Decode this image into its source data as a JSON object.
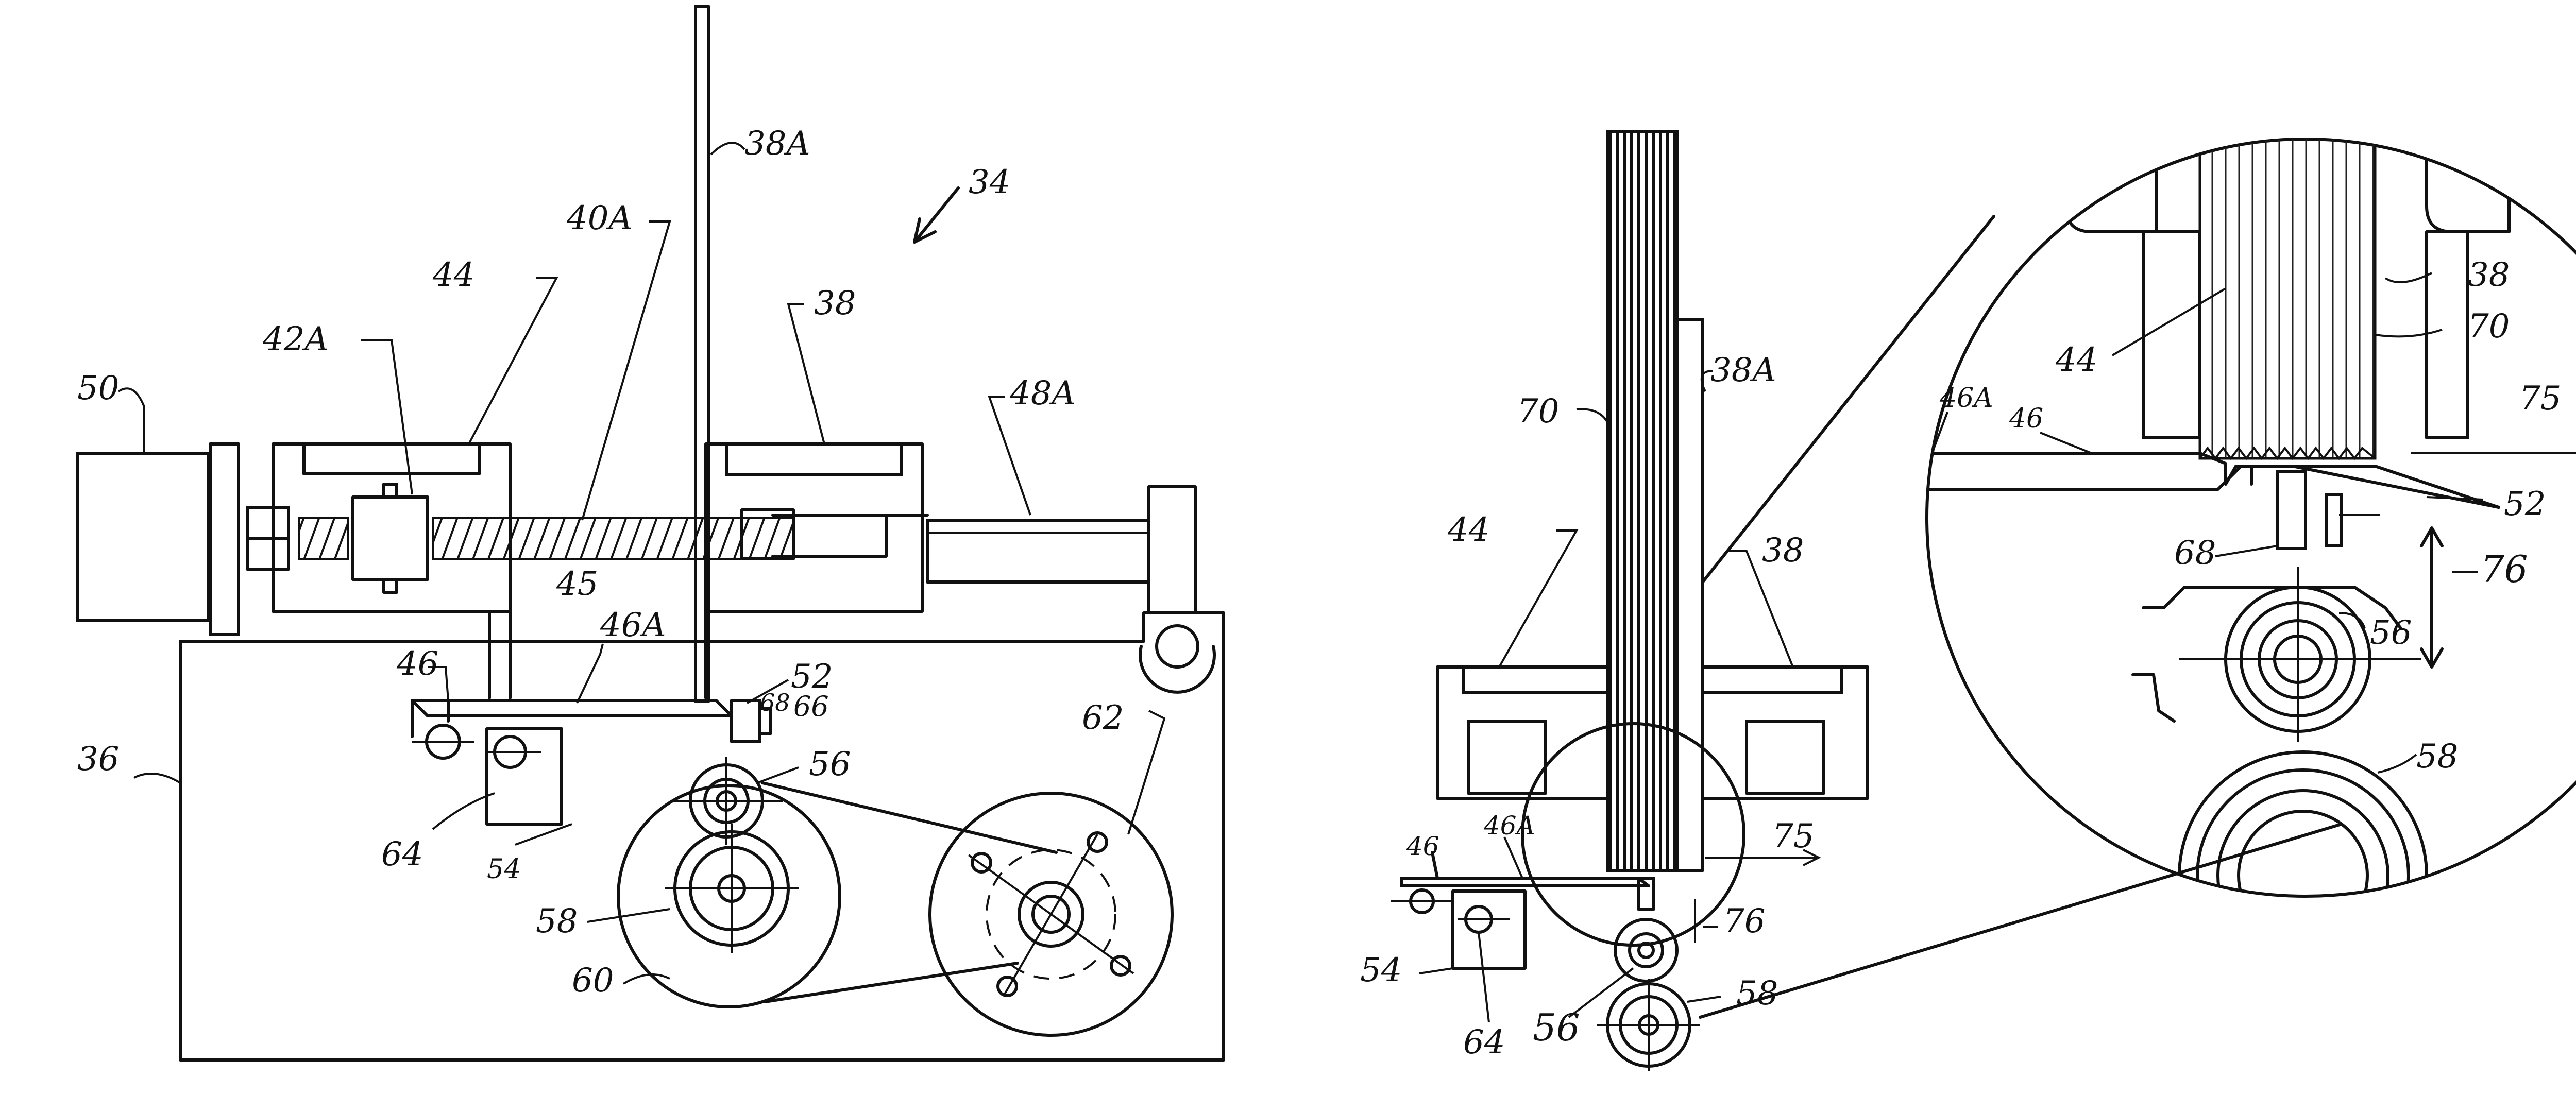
{
  "figure_left": {
    "labels": {
      "l50": "50",
      "l42a": "42A",
      "l44": "44",
      "l40a": "40A",
      "l38a": "38A",
      "l34": "34",
      "l38": "38",
      "l48a": "48A",
      "l45": "45",
      "l46a": "46A",
      "l46": "46",
      "l52": "52",
      "l68": "68",
      "l66": "66",
      "l36": "36",
      "l56": "56",
      "l62": "62",
      "l64": "64",
      "l54": "54",
      "l58": "58",
      "l60": "60"
    }
  },
  "figure_middle": {
    "labels": {
      "l70": "70",
      "l38a": "38A",
      "l44": "44",
      "l38": "38",
      "l46": "46",
      "l46a": "46A",
      "l75": "75",
      "l76": "76",
      "l54": "54",
      "l64": "64",
      "l56": "56",
      "l58": "58"
    }
  },
  "figure_detail": {
    "labels": {
      "l38": "38",
      "l70": "70",
      "l44": "44",
      "l46a": "46A",
      "l46": "46",
      "l75": "75",
      "l52": "52",
      "l68": "68",
      "l76": "76",
      "l56": "56",
      "l58": "58"
    }
  }
}
